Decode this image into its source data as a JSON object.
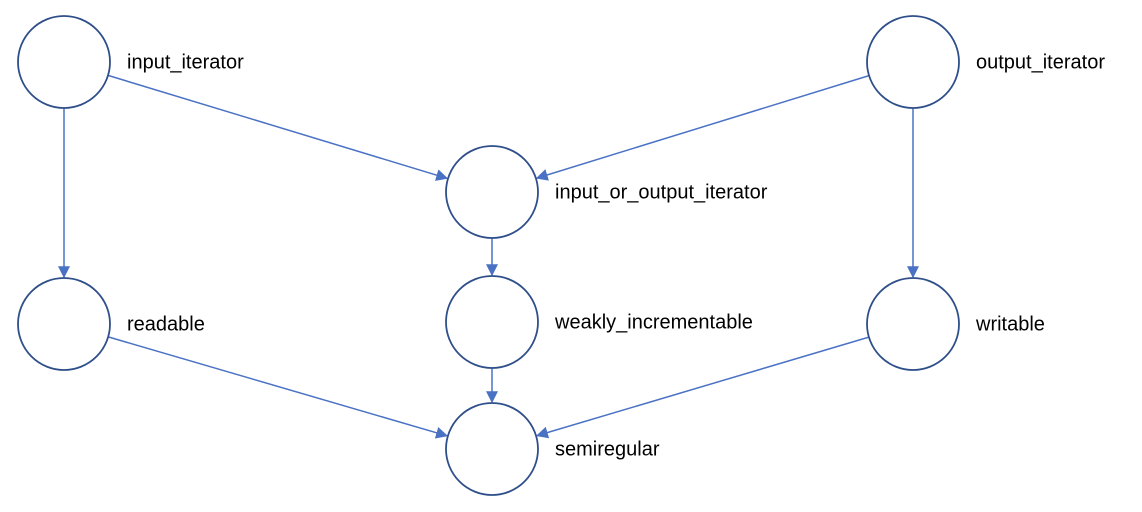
{
  "diagram": {
    "line_color": "#4a72c4",
    "node_stroke_color": "#2f4f8a",
    "nodes": [
      {
        "id": "input_iterator",
        "label": "input_iterator"
      },
      {
        "id": "output_iterator",
        "label": "output_iterator"
      },
      {
        "id": "input_or_output_iterator",
        "label": "input_or_output_iterator"
      },
      {
        "id": "readable",
        "label": "readable"
      },
      {
        "id": "weakly_incrementable",
        "label": "weakly_incrementable"
      },
      {
        "id": "writable",
        "label": "writable"
      },
      {
        "id": "semiregular",
        "label": "semiregular"
      }
    ],
    "edges": [
      {
        "from": "input_iterator",
        "to": "input_or_output_iterator"
      },
      {
        "from": "output_iterator",
        "to": "input_or_output_iterator"
      },
      {
        "from": "input_iterator",
        "to": "readable"
      },
      {
        "from": "output_iterator",
        "to": "writable"
      },
      {
        "from": "input_or_output_iterator",
        "to": "weakly_incrementable"
      },
      {
        "from": "readable",
        "to": "semiregular"
      },
      {
        "from": "weakly_incrementable",
        "to": "semiregular"
      },
      {
        "from": "writable",
        "to": "semiregular"
      }
    ]
  }
}
